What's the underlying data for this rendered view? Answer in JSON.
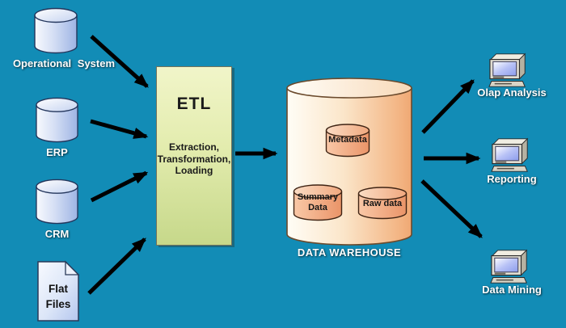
{
  "sources": [
    {
      "name": "operational-system",
      "label": "Operational System"
    },
    {
      "name": "erp",
      "label": "ERP"
    },
    {
      "name": "crm",
      "label": "CRM"
    },
    {
      "name": "flat-files",
      "label": "Flat\nFiles"
    }
  ],
  "etl": {
    "title": "ETL",
    "subtitle": "Extraction,\nTransformation,\nLoading"
  },
  "warehouse": {
    "label": "DATA WAREHOUSE",
    "stores": [
      {
        "name": "metadata",
        "label": "Metadata"
      },
      {
        "name": "summary-data",
        "label": "Summary\nData"
      },
      {
        "name": "raw-data",
        "label": "Raw data"
      }
    ]
  },
  "consumers": [
    {
      "name": "olap-analysis",
      "label": "Olap Analysis"
    },
    {
      "name": "reporting",
      "label": "Reporting"
    },
    {
      "name": "data-mining",
      "label": "Data Mining"
    }
  ],
  "colors": {
    "background": "#128cb6",
    "arrow": "#000000",
    "etl_box_top": "#f1f5c9",
    "etl_box_bottom": "#c6d88a",
    "source_cylinder": "#c9d7f3",
    "warehouse_body": "#f6bf8e",
    "store_cylinder": "#f0a47c",
    "computer_screen": "#aab6f2",
    "label_text": "#ffffff"
  }
}
